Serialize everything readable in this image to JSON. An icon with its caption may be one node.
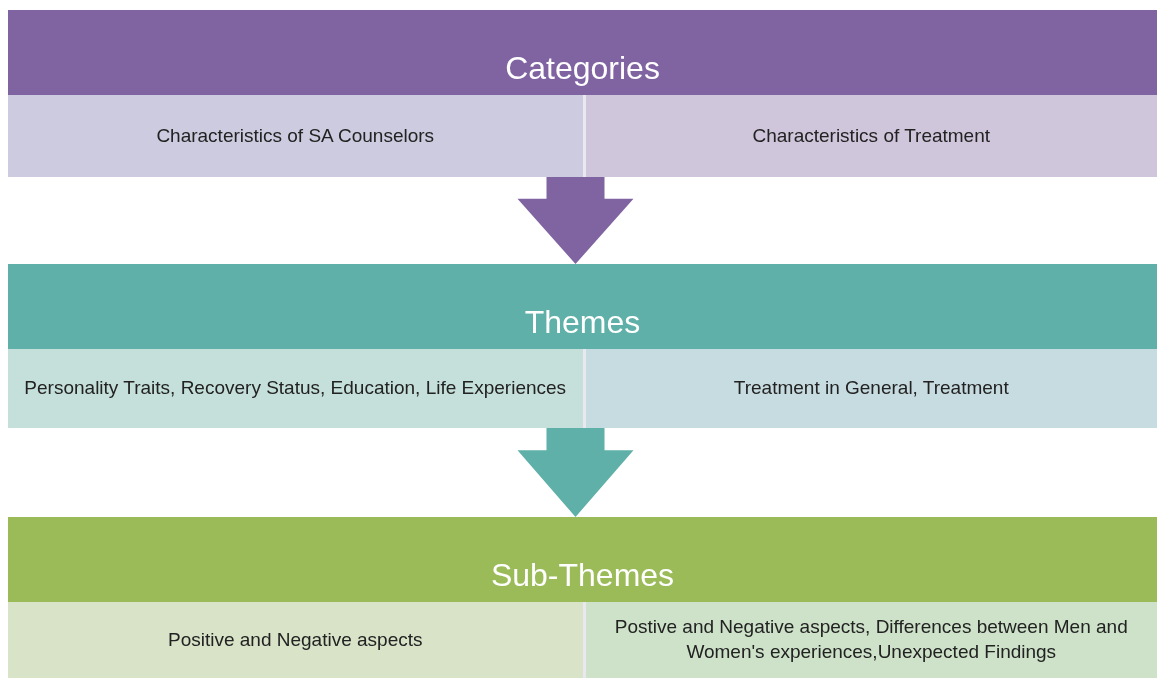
{
  "diagram": {
    "nodes": [
      {
        "text": [
          "Categories"
        ]
      },
      {
        "text": [
          "Characteristics of SA Counselors"
        ],
        "in": 0
      },
      {
        "text": [
          "Characteristics of Treatment"
        ],
        "in": 0
      },
      {
        "text": [
          "Themes"
        ]
      },
      {
        "text": [
          "Personality Traits, Recovery Status, Education, Life Experiences"
        ],
        "in": 3
      },
      {
        "text": [
          "Treatment in General, Treatment"
        ],
        "in": 3
      },
      {
        "text": [
          "Sub-Themes"
        ]
      },
      {
        "text": [
          "Positive and Negative aspects"
        ],
        "in": 6
      },
      {
        "text": [
          "Postive and Negative aspects, Differences between Men and Women's experiences,Unexpected Findings"
        ],
        "in": 6
      }
    ],
    "edges": [
      {
        "from": 0,
        "to": 3,
        "arrow": "to"
      },
      {
        "from": 3,
        "to": 6,
        "arrow": "to"
      }
    ]
  }
}
